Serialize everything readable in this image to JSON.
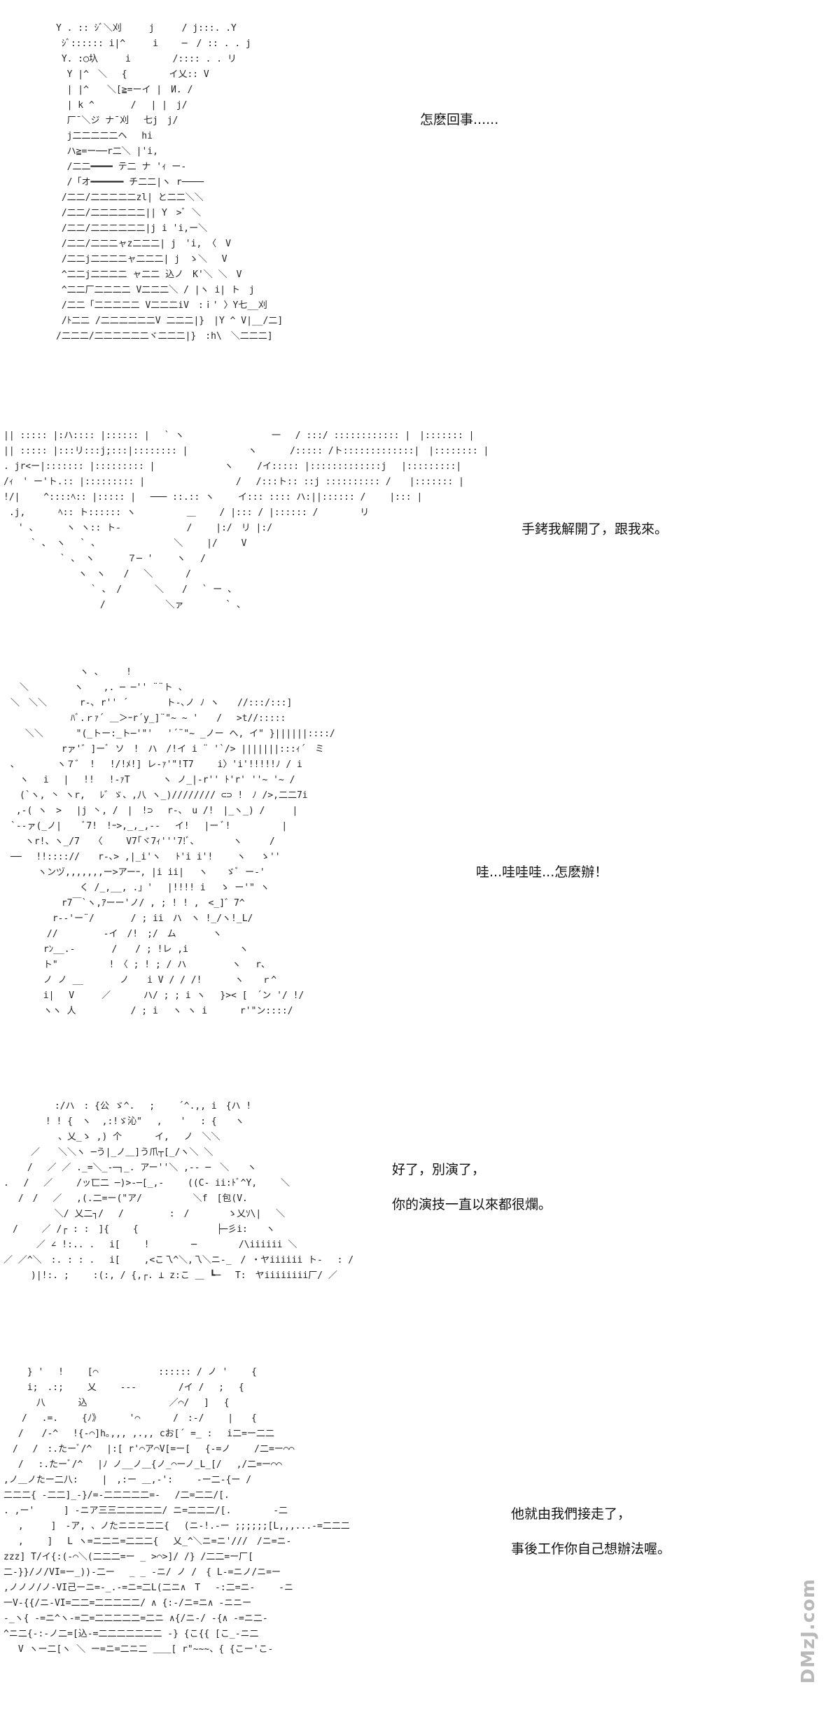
{
  "panels": [
    {
      "dialogue": [
        "怎麽回事......"
      ],
      "art": "Y . :: ｼﾞ＼刈　　　j　　　/ j:::. .Y\n ｼﾞ:::::: i|^　　　i　　 ─　/ :: . . j\n Y. :◯圦　　　i　　　　 /:::: . . リ\n  Y |^　＼　 {　　　　 イ乂:: V\n  | |^　　＼[≧=ーイ |　И. /\n  | k ^　　　　/　 | |　j/\n  厂¯＼ジ ナ¯刈　 七j　j/\n  j二二二二二ヘ　 hi\n  ハ≧=ー──r二＼ |'i,\n  /二二━━━━ テ二 ナ 'ｨ ー-\n  /「オ━━━━━━ チ二二|ヽ r────\n /二二/二二二二二zl| と二二＼＼\n /二二/二二二二二二|| Y　>ﾞ ＼\n /二二/二二二二二二|j i 'i,ー＼\n /二二/二二二ャz二二二| j　'i, 〈　V\n /二二j二二二二ャ二二二| j　ゝ＼　 V\n ^二二j二二二二 ャ二二 込ノ　K'＼ ＼　V\n ^二二厂二二二二 V二二二＼ / |ヽ i| ト　j\n /二二「二二二二二 V二二二iV　:ｉ' 〉Y七__刈\n /ﾄ二二 /二二二二二二V 二二二|}　|Y ^ V|__/二]\n/二二二/二二二二二二ヾ二二二|}　:h\\　＼二二二]"
    },
    {
      "dialogue": [
        "手銬我解開了，跟我來。"
      ],
      "art": "|| ::::: |:ハ:::: |:::::: |　 ` ヽ　　　　　　　　　 一　 / :::/ :::::::::::: |　|::::::: |\n|| ::::: |:::リ:::j;:::|:::::::: |　　　　　　 ヽ　　　 /::::: /ト:::::::::::::|　|:::::::: |\n. jr<ー|::::::: |::::::::: |　　　　　　　 ヽ　　 /イ::::: |:::::::::::::j　 |:::::::::|\n/ｨ　' ー'ト.:: |::::::::: |　　　　　　　　　　/　 /:::ト:: ::j :::::::::: /　　|::::::: |\n!/|　　 ^::::ﾍ:: |::::: |　 ─── ::.:: ヽ　　 イ::: :::: ハ:||:::::: /　　 |::: |\n .j,　　　 ﾍ:: ト:::::: ヽ　　　　　 ＿　　 / |::: / |:::::: /　　　　 リ\n 　' 、　　　 ヽ ヽ:: ト-　　　　 　　 /　　 |:/　リ |:/\n　　　` 、 ヽ　 ` 、　　　　　　　　 ＼　　 |/　　 V\n 　　　　　 ` 、 ヽ　　　 ７─ '　　 ヽ　 /\n　 　　　　　　 ヽ　ヽ　　/　 ＼　　　 /\n　　　　　　　　　 ` 、 /　　　 ＼　　/　 ` ー 、\n　　　　　　　　　　 /　　　　　　 ＼ァ　　　　 ` 、"
    },
    {
      "dialogue": [
        "哇...哇哇哇...怎麽辦！"
      ],
      "art": "　　　　　　　 ヽ 、　　　!\n　＼　　　　　ヽ 　 ,. ─ ─'' ¨¨ト 、\n＼　＼＼　　　 r-､ r'' ´ 　　　 ト-､ノ ﾉ ヽ　　//:::/:::]\n　　　　　　 ﾊﾞ.ｒｧ´ ＿＞ｰr´y_]¨\"~ ~ '　　/ 　>t//:::::\n　 ＼＼　　　 \"(_トー:_ト─'\"' 　'´¨\"~ _ノー へ, イ\" }||||||::::/\n　　　　　 rァ'゛]ーﾞ ソ　!　ハ　/!イ i ¨ '`/> |||||||:::ｨ´　ミ\n､　　　　 ヽ７゛ !　 !/!ﾒ!] レ-ｧ'\"!T7　　 i〉'i'!!!!!ﾉ / i\n　ヽ　 i　 |　 !!　 !-ｧT　　　 ヽ ノ_|-r'' ﾄ'r' ''~ '~ /\n　(`ヽ, 丶 ヽr,　 ﾚ゛ゞ、,八 ヽ_)//////// ⊂⊃ !　ﾉ />,二二7i\n ,-( ヽ　>　 |j 丶, /　|　!⊃　 r-､　u /!　|_ヽ_) /　　　|\n`‐-ァ(_ノ|　　 ﾞ7!　!ｰ>,_,_,-‐ 　イ!　 |ー ﾞ!　　　　　 |\n　 ヽr!、ヽ_/7　　〈　　 V7｢ヾ7ｨ'''7!ﾞ､ 　　　 ヽ　　　/\n──　 !!:::://　　r-､> ,|_i'ヽ　 ﾄ'i i'!　　 ヽ　 ゝ''\n　　　ヽンヅ,,,,,,,ー>アーｰ, |i ii|　 ヽ　　ゞﾞ ー‐'\n　　　　　　　 く /_,__, .」'　 |!!!! i　 ゝ ー'\" ヽ\n　　　　　 r7￣`ヽ,ｱーー'ノ/ , ; ! ! ,　<_]゛7^\n　　　　 r--'ー¨/　　　　/ ; ii　ハ　ヽ !_/ヽ!_L/\n　　　　//　　　　　-イ　/!　;/　ム　　　　ヽ\n　　　 rﾝ__.-　　　　/　　/ ; !レ ,i　　　　　 ヽ\n　　　 ト\"　　　　　 !　〈 ; ! ; / ハ　　　　　ヽ　 r、\n　　　 ノ ノ __　　　　ノ　　i V / / /!　　　 ヽ　　ｒ^\n　　　 i|　 V　　　／　　　 ハ/ ; ; i ヽ　 }>< [　´ン '/ !/\n　　　 ヽヽ 人　　　　　　/ ; i　 ヽ ヽ i　　　 r'\"ン::::/"
    },
    {
      "dialogue": [
        "好了，別演了，",
        "你的演技一直以來都很爛。"
      ],
      "art": "　　　　　 :/ハ　: {公 ゞ^.　 ;　　 ´^.,, i　{ハ !\n　　　　 ! ! {　ヽ  ,:!ゞ沁\"　 ,　　' 　: {　　ヽ\n　　　　　　、乂_ゝ ,) 个　　　 イ,　 ノ　＼＼\n　　　／　　＼＼ヽ ─う|_ノ＿]う爪┬[_/ヽ＼ ＼\n　　 /　 ／ ／ ._=＼_-─┐_. アー''＼ ,-- ─　＼　　ヽ\n.　 /　 ／ 　　/ッ匸二 ─)>-─[_,-　　 ((C- ii:ﾄﾞ^Y,　　 ＼\n　 /　/　 ／ 　,(.二=ー(\"ア/　　　　　 ＼f　[包(V.\n　　　　　 ＼/ 乂二┐/ 　/　　　　　:　/　 　　 ゝ乂ｿ\\|　 ＼\n　/　　 ／ /┌ : :　]{　　 {　　　　　　　　 ├─彡i:　　ヽ\n　　　 ／ ∠ !:.. .　 i[　　 !　　　　 ─　　　　 /\\iiiiii ＼\n／ ／^＼　:. : : .　 i[　　 ,<こ乁^＼,乁＼ニ-_　/ ・ヤiiiiii ト-　 : /\n　　　)|!:. ;　　 :(:, / {,┌. ⊥ z:こ ＿ ┗─ 　T:　ヤiiiiiiii厂/ ／"
    },
    {
      "dialogue": [
        "他就由我們接走了，",
        "事後工作你自己想辦法喔。"
      ],
      "art": "　　 } '　 !　　 [⌒　　　　　　 :::::: / ノ '　　 {\n　　 i;　.:;　　 乂　　 ---　　　　 /イ /　 ;　 {\n　　　 八　　　 込　　　　　　　　　／⌒/　 ]　 {\n　　/　 .=.　　 {ﾉ》　 　　'⌒　　　 /　:-/　　 |　　{\n　 /　　/-^　 !{-⌒]h｡,,, ,.,, cお[´ =_ :　 i二=ー二二\n　/　 /　:.たーﾞ/^　 |:[ r'⌒ア⌒V[=ー[ 　{-=ノ　　 /二=ー⌒⌒\n　 /　 :.たーﾞ/^　 |ﾉ ノ__ノ＿{ノ_⌒ーノ_L_[/　 ,/二=ー⌒⌒\n,ノ＿ノたー二八:　　 |　,:ー ＿,-':　　 -ー二-{ー /\n二二二{ -二二]_-}/=-二二二二二=-　 /二=二二/[.\n. ,ー' 　　 ] -ニア三三二二二二二/ ニ=二二二/[.　　　　 -二\n　 ,　　　]　-ア, 、ノたニニニ二二{　 (ニ-!.-ー ;;;;;;[L,,,...-=二二二\n　 ,　　 ]　 L ヽ=ニ二ニ=二二二{　 乂_^＼ニ=ニ'///　/ニ=ニ-\nzzz] T/イ{:(-⌒＼(二二二=ー _ >⌒>]/ /} /二二=ー厂[\n二-}}/ノ/VI=ー_))-二ー　 _ _ -ニ/ ノ /　{ L-=ニノ/ニ=ー\n,ノノノ/ノ-VI己ーニ=-_.-=ニ=二L(二ニ∧　T　 -:二=ニ-　　 -ニ\n一V-{{/ニ-VI=二二=二二二二二/ ∧ {:-/ニ=ニ∧ -ニニー\n-_ヽ{ -=ニ^ヽ-=二=二二二二二=二ニ ∧{/ニ-/ -{∧ -=ニ二-\n^ニ二{-:-ノ二=[込-=二二二二二二二 -} {こ{{ [こ_-ニ二\n　 V ヽー二[ヽ ＼ ー=ニ=二ニ二 ＿＿[ r\"~~~、{ {こー'こ-"
    }
  ],
  "watermark": {
    "text": "DMzJ.com",
    "color": "#b9b9b9"
  }
}
